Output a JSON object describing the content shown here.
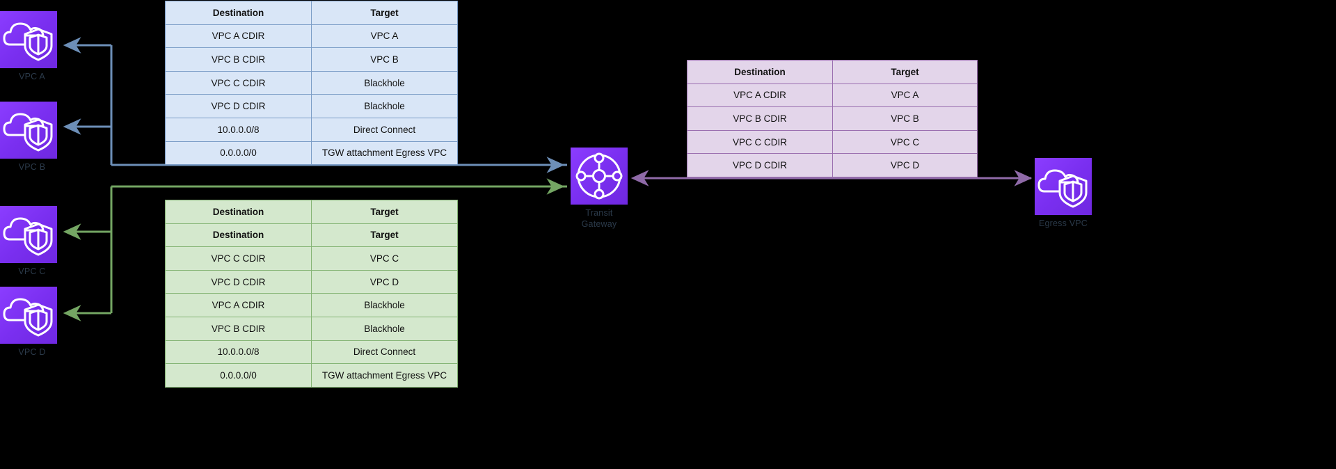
{
  "diagram": {
    "title": "AWS Transit Gateway route tables",
    "colors": {
      "blue_fill": "#d9e6f7",
      "blue_stroke": "#7a9cc6",
      "green_fill": "#d4e8cd",
      "green_stroke": "#84b474",
      "purple_fill": "#e3d5ea",
      "purple_stroke": "#9b6fb0",
      "icon_purple": "#7a2ff0",
      "label_text": "#2b3a4a",
      "background": "#000000"
    }
  },
  "tables": {
    "blue": {
      "name": "blue-route-table",
      "headers": [
        "Destination",
        "Target"
      ],
      "rows": [
        [
          "VPC A CDIR",
          "VPC A"
        ],
        [
          "VPC B CDIR",
          "VPC B"
        ],
        [
          "VPC C CDIR",
          "Blackhole"
        ],
        [
          "VPC D CDIR",
          "Blackhole"
        ],
        [
          "10.0.0.0/8",
          "Direct Connect"
        ],
        [
          "0.0.0.0/0",
          "TGW attachment Egress VPC"
        ]
      ]
    },
    "green": {
      "name": "green-route-table",
      "headers": [
        "Destination",
        "Target"
      ],
      "headers_repeat": [
        "Destination",
        "Target"
      ],
      "rows": [
        [
          "VPC C CDIR",
          "VPC C"
        ],
        [
          "VPC D CDIR",
          "VPC D"
        ],
        [
          "VPC A CDIR",
          "Blackhole"
        ],
        [
          "VPC B CDIR",
          "Blackhole"
        ],
        [
          "10.0.0.0/8",
          "Direct Connect"
        ],
        [
          "0.0.0.0/0",
          "TGW attachment Egress VPC"
        ]
      ]
    },
    "purple": {
      "name": "purple-route-table",
      "headers": [
        "Destination",
        "Target"
      ],
      "rows": [
        [
          "VPC A CDIR",
          "VPC A"
        ],
        [
          "VPC B CDIR",
          "VPC B"
        ],
        [
          "VPC C CDIR",
          "VPC C"
        ],
        [
          "VPC D CDIR",
          "VPC D"
        ]
      ]
    }
  },
  "nodes": {
    "vpc_a": {
      "label": "VPC A",
      "icon": "vpc-cloud-shield-icon"
    },
    "vpc_b": {
      "label": "VPC B",
      "icon": "vpc-cloud-shield-icon"
    },
    "vpc_c": {
      "label": "VPC C",
      "icon": "vpc-cloud-shield-icon"
    },
    "vpc_d": {
      "label": "VPC D",
      "icon": "vpc-cloud-shield-icon"
    },
    "transit_gateway": {
      "label": "Transit Gateway",
      "icon": "transit-gateway-hub-icon"
    },
    "egress_vpc": {
      "label": "Egress VPC",
      "icon": "vpc-cloud-shield-icon"
    }
  }
}
